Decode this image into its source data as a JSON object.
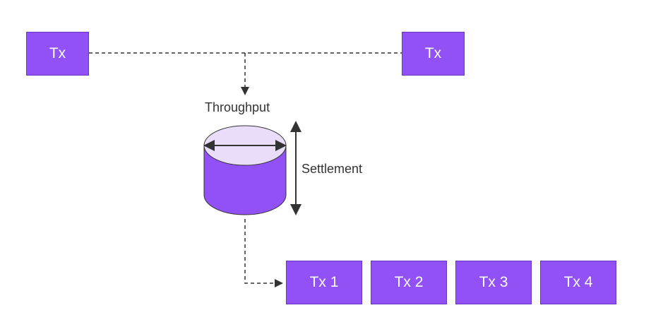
{
  "colors": {
    "box_fill": "#9151f4",
    "box_border": "#6a35c2",
    "cylinder_top": "#e9ddfb",
    "line": "#333333",
    "text": "#333333",
    "box_text": "#ffffff"
  },
  "top_left_box": {
    "label": "Tx"
  },
  "top_right_box": {
    "label": "Tx"
  },
  "throughput_label": "Throughput",
  "settlement_label": "Settlement",
  "bottom_boxes": [
    {
      "label": "Tx 1"
    },
    {
      "label": "Tx 2"
    },
    {
      "label": "Tx 3"
    },
    {
      "label": "Tx 4"
    }
  ]
}
